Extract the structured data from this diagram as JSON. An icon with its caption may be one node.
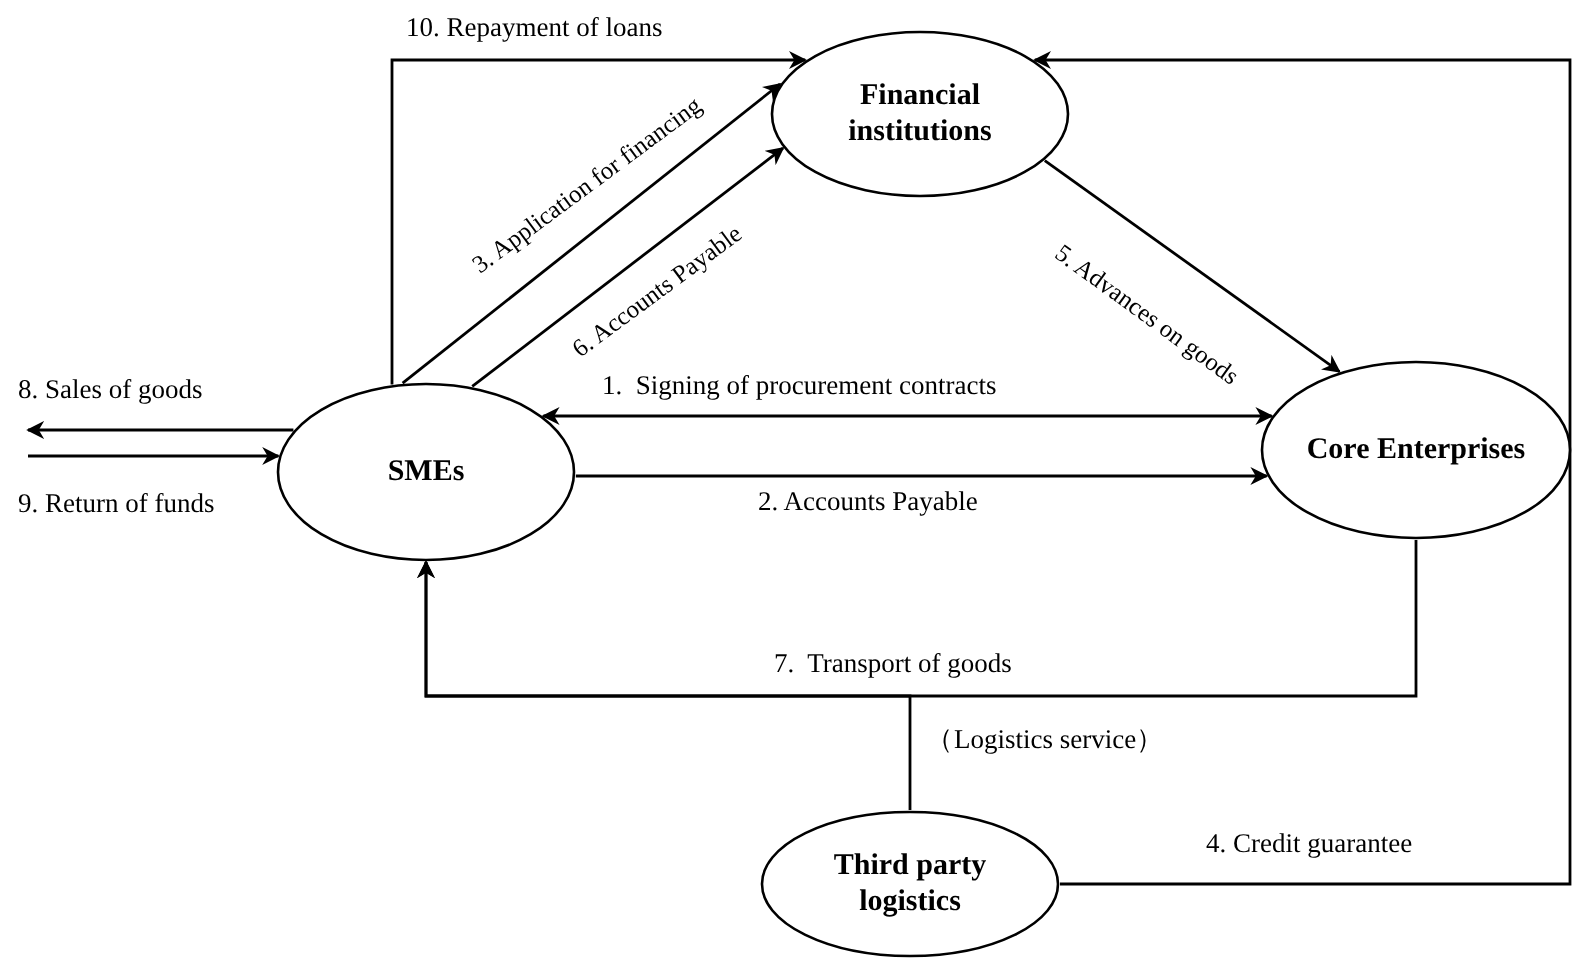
{
  "diagram": {
    "nodes": [
      {
        "text": [
          "Financial institutions"
        ]
      },
      {
        "text": [
          "SMEs"
        ]
      },
      {
        "text": [
          "Core Enterprises"
        ]
      },
      {
        "text": [
          "Third party logistics"
        ]
      }
    ],
    "edges": [
      {
        "from": 1,
        "to": 0,
        "arrow": "to",
        "label": "10. Repayment of loans"
      },
      {
        "from": 1,
        "to": 0,
        "arrow": "to",
        "label": "3. Application for financing"
      },
      {
        "from": 1,
        "to": 0,
        "arrow": "to",
        "label": "6. Accounts Payable"
      },
      {
        "from": 0,
        "to": 2,
        "arrow": "to",
        "label": "5. Advances on goods"
      },
      {
        "from": 1,
        "to": 2,
        "arrow": "both",
        "label": "1.  Signing of procurement contracts"
      },
      {
        "from": 1,
        "to": 2,
        "arrow": "to",
        "label": "2. Accounts Payable"
      },
      {
        "from": 2,
        "to": 1,
        "arrow": "to",
        "label": "7.  Transport of goods"
      },
      {
        "from": 3,
        "to": 1,
        "arrow": "to",
        "label": "（Logistics service）"
      },
      {
        "from": 3,
        "to": 0,
        "arrow": "to",
        "label": "4. Credit guarantee"
      },
      {
        "from": 1,
        "to": null,
        "arrow": "to",
        "label": "8. Sales of goods"
      },
      {
        "from": null,
        "to": 1,
        "arrow": "to",
        "label": "9. Return of funds"
      }
    ]
  }
}
